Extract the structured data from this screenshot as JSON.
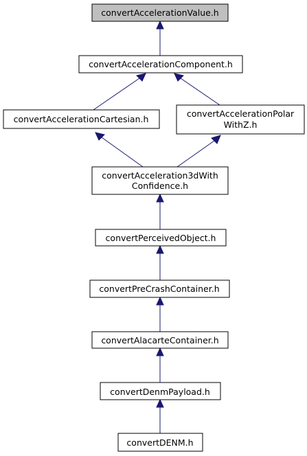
{
  "graph": {
    "nodes": [
      {
        "id": "n1",
        "label": "convertAccelerationValue.h",
        "highlighted": true
      },
      {
        "id": "n2",
        "label": "convertAccelerationComponent.h"
      },
      {
        "id": "n3",
        "label": "convertAccelerationCartesian.h"
      },
      {
        "id": "n4",
        "label": "convertAccelerationPolar",
        "label_line2": "WithZ.h"
      },
      {
        "id": "n5",
        "label": "convertAcceleration3dWith",
        "label_line2": "Confidence.h"
      },
      {
        "id": "n6",
        "label": "convertPerceivedObject.h"
      },
      {
        "id": "n7",
        "label": "convertPreCrashContainer.h"
      },
      {
        "id": "n8",
        "label": "convertAlacarteContainer.h"
      },
      {
        "id": "n9",
        "label": "convertDenmPayload.h"
      },
      {
        "id": "n10",
        "label": "convertDENM.h"
      }
    ],
    "edges": [
      {
        "from": "n2",
        "to": "n1"
      },
      {
        "from": "n3",
        "to": "n2"
      },
      {
        "from": "n4",
        "to": "n2"
      },
      {
        "from": "n5",
        "to": "n3"
      },
      {
        "from": "n5",
        "to": "n4"
      },
      {
        "from": "n6",
        "to": "n5"
      },
      {
        "from": "n7",
        "to": "n6"
      },
      {
        "from": "n8",
        "to": "n7"
      },
      {
        "from": "n9",
        "to": "n8"
      },
      {
        "from": "n10",
        "to": "n9"
      }
    ],
    "colors": {
      "edge": "#191970",
      "highlight_fill": "#bfbfbf",
      "node_fill": "#ffffff",
      "node_stroke": "#000000"
    }
  }
}
